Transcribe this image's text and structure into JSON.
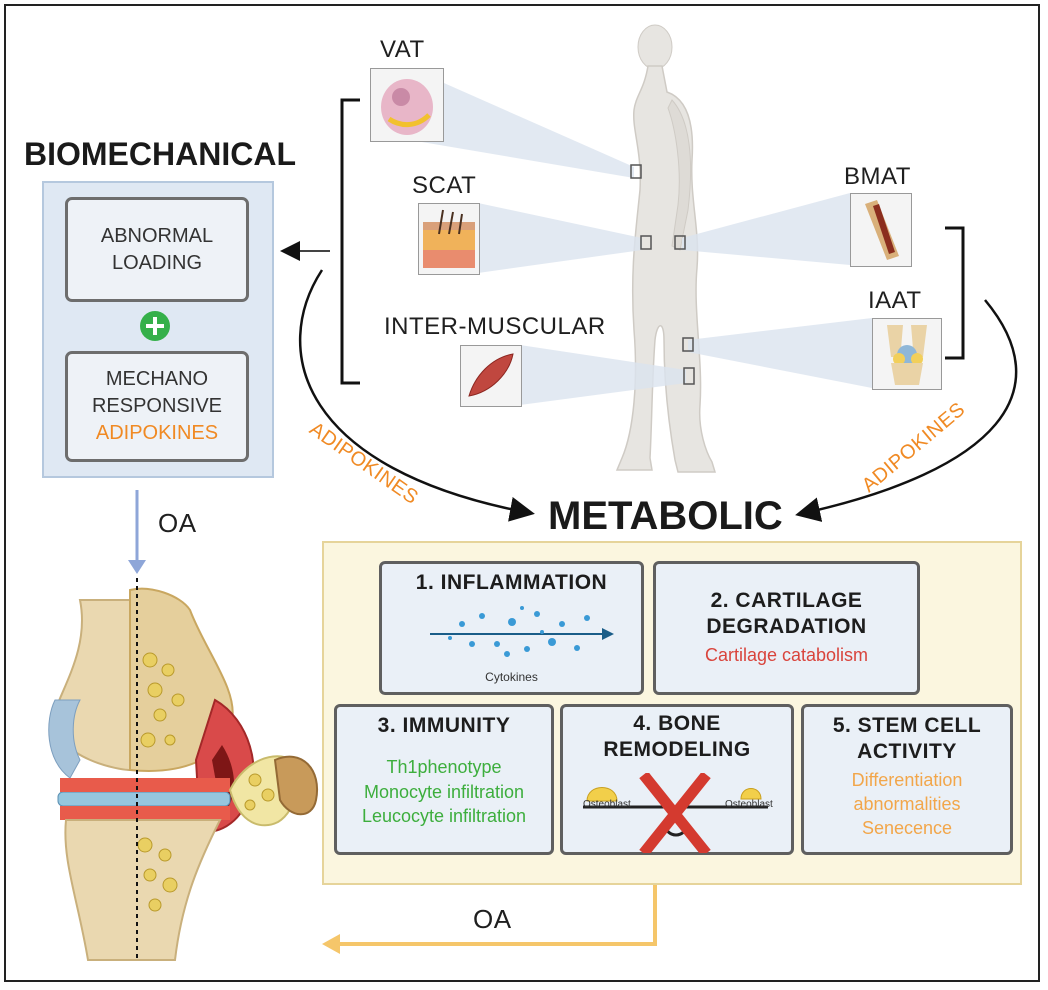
{
  "depots": {
    "vat": "VAT",
    "scat": "SCAT",
    "bmat": "BMAT",
    "iaat": "IAAT",
    "intermuscular": "INTER-MUSCULAR"
  },
  "biomechanical": {
    "title": "BIOMECHANICAL",
    "box1_line1": "ABNORMAL",
    "box1_line2": "LOADING",
    "box2_line1": "MECHANO",
    "box2_line2": "RESPONSIVE",
    "box2_line3": "ADIPOKINES"
  },
  "arrows": {
    "adipokines_left": "ADIPOKINES",
    "adipokines_right": "ADIPOKINES",
    "oa_top": "OA",
    "oa_bottom": "OA"
  },
  "metabolic": {
    "title": "METABOLIC",
    "inflammation": {
      "title": "1. INFLAMMATION",
      "caption": "Cytokines"
    },
    "cartilage": {
      "title_line1": "2. CARTILAGE",
      "title_line2": "DEGRADATION",
      "text": "Cartilage catabolism"
    },
    "immunity": {
      "title": "3. IMMUNITY",
      "line1": "Th1phenotype",
      "line2": "Monocyte infiltration",
      "line3": "Leucocyte infiltration"
    },
    "bone": {
      "title_line1": "4. BONE",
      "title_line2": "REMODELING",
      "left_cell": "Osteoblast",
      "right_cell": "Osteoblast"
    },
    "stem": {
      "title_line1": "5. STEM CELL",
      "title_line2": "ACTIVITY",
      "line1": "Differentiation",
      "line2": "abnormalities",
      "line3": "Senecence"
    }
  },
  "colors": {
    "orange": "#f08a24",
    "green": "#3dae3d",
    "red": "#d9443c",
    "light_orange": "#f2a64a",
    "blue_arrow": "#8ea6d8",
    "yellow_arrow": "#f5c66a"
  }
}
